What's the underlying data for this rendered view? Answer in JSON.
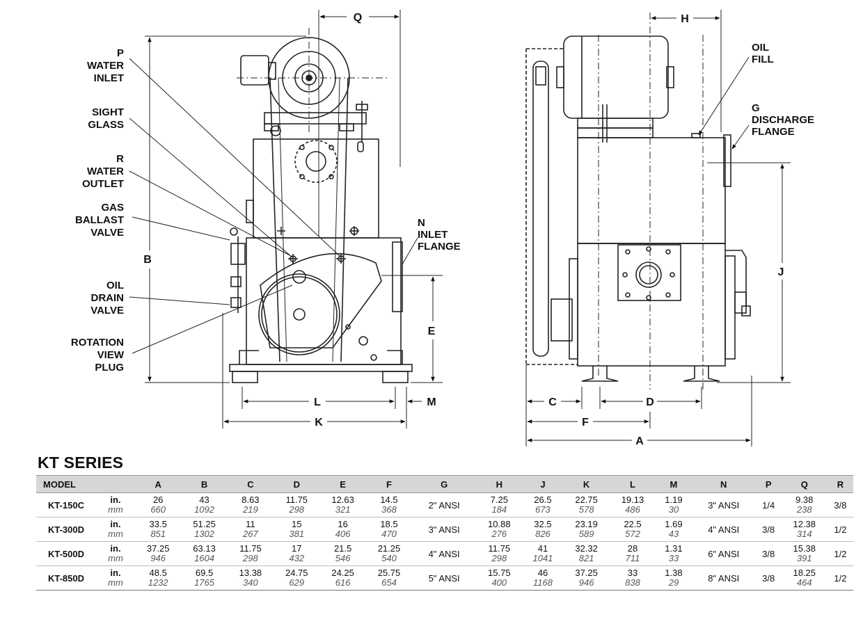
{
  "drawing": {
    "labels": {
      "p_letter": "P",
      "p_water_inlet": "WATER",
      "p_inlet": "INLET",
      "sight": "SIGHT",
      "glass": "GLASS",
      "r_letter": "R",
      "r_water": "WATER",
      "r_outlet": "OUTLET",
      "gas": "GAS",
      "ballast": "BALLAST",
      "valve1": "VALVE",
      "oil": "OIL",
      "drain": "DRAIN",
      "valve2": "VALVE",
      "rotation": "ROTATION",
      "view": "VIEW",
      "plug": "PLUG",
      "n_letter": "N",
      "n_inlet": "INLET",
      "n_flange": "FLANGE",
      "oil_fill_1": "OIL",
      "oil_fill_2": "FILL",
      "g_letter": "G",
      "g_discharge": "DISCHARGE",
      "g_flange": "FLANGE"
    },
    "dims": {
      "A": "A",
      "B": "B",
      "C": "C",
      "D": "D",
      "E": "E",
      "F": "F",
      "H": "H",
      "J": "J",
      "K": "K",
      "L": "L",
      "M": "M",
      "Q": "Q"
    }
  },
  "table": {
    "title": "KT SERIES",
    "headers": [
      "MODEL",
      "",
      "A",
      "B",
      "C",
      "D",
      "E",
      "F",
      "G",
      "H",
      "J",
      "K",
      "L",
      "M",
      "N",
      "P",
      "Q",
      "R"
    ],
    "unit_in": "in.",
    "unit_mm": "mm",
    "rows": [
      {
        "model": "KT-150C",
        "in": [
          "26",
          "43",
          "8.63",
          "11.75",
          "12.63",
          "14.5"
        ],
        "mm": [
          "660",
          "1092",
          "219",
          "298",
          "321",
          "368"
        ],
        "G": "2\" ANSI",
        "in2": [
          "7.25",
          "26.5",
          "22.75",
          "19.13",
          "1.19"
        ],
        "mm2": [
          "184",
          "673",
          "578",
          "486",
          "30"
        ],
        "N": "3\" ANSI",
        "P": "1/4",
        "Q_in": "9.38",
        "Q_mm": "238",
        "R": "3/8"
      },
      {
        "model": "KT-300D",
        "in": [
          "33.5",
          "51.25",
          "11",
          "15",
          "16",
          "18.5"
        ],
        "mm": [
          "851",
          "1302",
          "267",
          "381",
          "406",
          "470"
        ],
        "G": "3\" ANSI",
        "in2": [
          "10.88",
          "32.5",
          "23.19",
          "22.5",
          "1.69"
        ],
        "mm2": [
          "276",
          "826",
          "589",
          "572",
          "43"
        ],
        "N": "4\" ANSI",
        "P": "3/8",
        "Q_in": "12.38",
        "Q_mm": "314",
        "R": "1/2"
      },
      {
        "model": "KT-500D",
        "in": [
          "37.25",
          "63.13",
          "11.75",
          "17",
          "21.5",
          "21.25"
        ],
        "mm": [
          "946",
          "1604",
          "298",
          "432",
          "546",
          "540"
        ],
        "G": "4\" ANSI",
        "in2": [
          "11.75",
          "41",
          "32.32",
          "28",
          "1.31"
        ],
        "mm2": [
          "298",
          "1041",
          "821",
          "711",
          "33"
        ],
        "N": "6\" ANSI",
        "P": "3/8",
        "Q_in": "15.38",
        "Q_mm": "391",
        "R": "1/2"
      },
      {
        "model": "KT-850D",
        "in": [
          "48.5",
          "69.5",
          "13.38",
          "24.75",
          "24.25",
          "25.75"
        ],
        "mm": [
          "1232",
          "1765",
          "340",
          "629",
          "616",
          "654"
        ],
        "G": "5\" ANSI",
        "in2": [
          "15.75",
          "46",
          "37.25",
          "33",
          "1.38"
        ],
        "mm2": [
          "400",
          "1168",
          "946",
          "838",
          "29"
        ],
        "N": "8\" ANSI",
        "P": "3/8",
        "Q_in": "18.25",
        "Q_mm": "464",
        "R": "1/2"
      }
    ]
  }
}
